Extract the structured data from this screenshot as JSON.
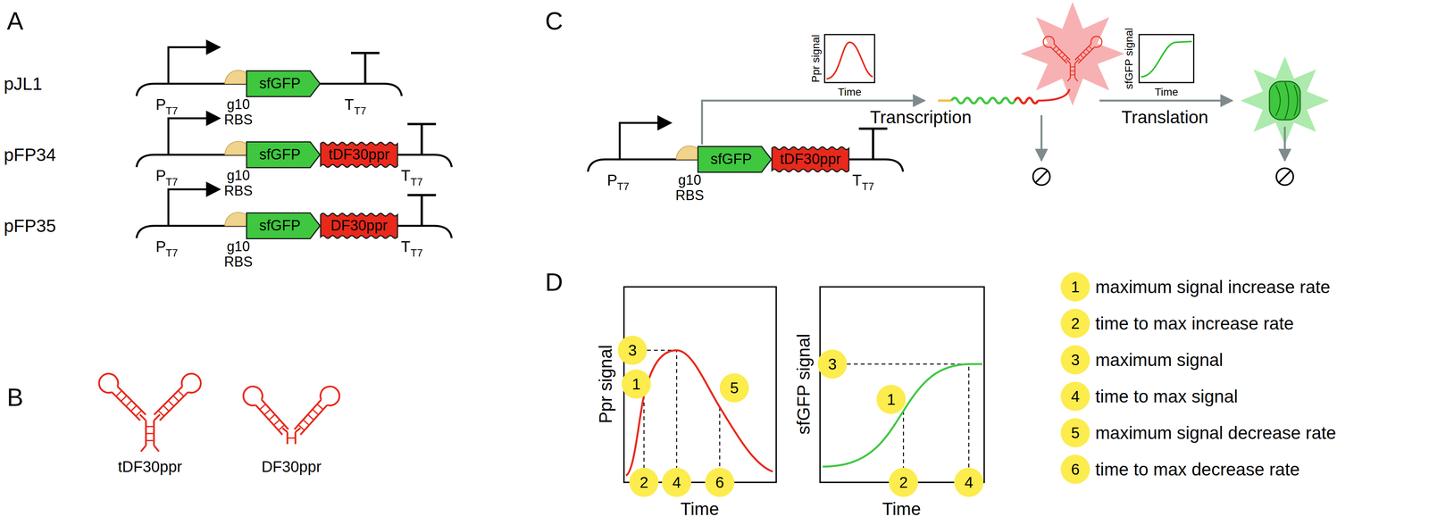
{
  "diagram": {
    "nodes": [
      {
        "text": [
          "sfGFP"
        ]
      },
      {
        "text": [
          "sfGFP"
        ]
      },
      {
        "text": [
          "tDF30ppr"
        ]
      },
      {
        "text": [
          "sfGFP"
        ]
      },
      {
        "text": [
          "DF30ppr"
        ]
      },
      {
        "text": [
          "sfGFP"
        ]
      },
      {
        "text": [
          "tDF30ppr"
        ]
      },
      {
        "text": [
          "3"
        ]
      },
      {
        "text": [
          "1"
        ]
      },
      {
        "text": [
          "5"
        ]
      },
      {
        "text": [
          "2"
        ]
      },
      {
        "text": [
          "4"
        ]
      },
      {
        "text": [
          "6"
        ]
      },
      {
        "text": [
          "3"
        ]
      },
      {
        "text": [
          "1"
        ]
      },
      {
        "text": [
          "2"
        ]
      },
      {
        "text": [
          "4"
        ]
      },
      {
        "text": [
          "1",
          "maximum signal increase rate"
        ]
      },
      {
        "text": [
          "2",
          "time to max increase rate"
        ]
      },
      {
        "text": [
          "3",
          "maximum signal"
        ]
      },
      {
        "text": [
          "4",
          "time to max signal"
        ]
      },
      {
        "text": [
          "5",
          "maximum signal decrease rate"
        ]
      },
      {
        "text": [
          "6",
          "time to max decrease rate"
        ]
      }
    ],
    "labels": [
      "A",
      "pJL1",
      "P",
      "T7",
      "g10 RBS",
      "T",
      "T7",
      "pFP34",
      "P",
      "T7",
      "g10 RBS",
      "T",
      "T7",
      "pFP35",
      "P",
      "T7",
      "g10 RBS",
      "T",
      "T7",
      "B",
      "tDF30ppr",
      "DF30ppr",
      "C",
      "P",
      "T7",
      "g10 RBS",
      "T",
      "T7",
      "Ppr signal",
      "Time",
      "Transcription",
      "sfGFP signal",
      "Time",
      "Translation",
      "D",
      "Ppr signal",
      "Time",
      "sfGFP signal",
      "Time"
    ]
  }
}
